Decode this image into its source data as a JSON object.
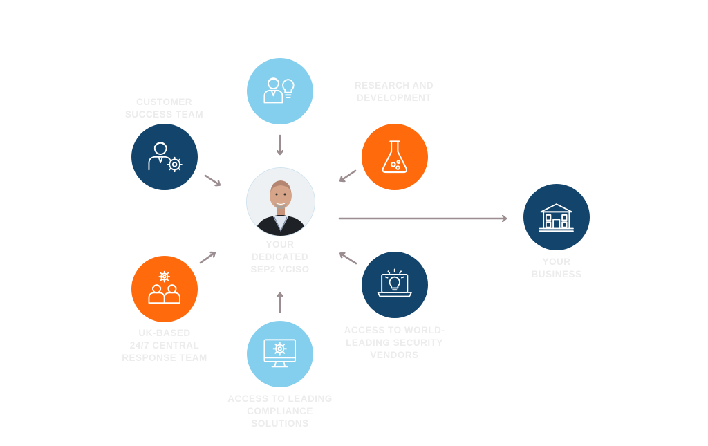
{
  "colors": {
    "dark_blue": "#12446c",
    "light_blue": "#85cfee",
    "orange": "#ff6a0c",
    "arrow": "#9c8e90",
    "label": "#ececec"
  },
  "center": {
    "label": "YOUR\nDEDICATED\nSEP2 VCISO",
    "image": "portrait-photo"
  },
  "nodes": {
    "research": {
      "label": "",
      "icon": "person-lightbulb-icon"
    },
    "rnd": {
      "label": "RESEARCH AND\nDEVELOPMENT",
      "icon": "flask-icon"
    },
    "customer_success": {
      "label": "CUSTOMER\nSUCCESS TEAM",
      "icon": "person-gear-icon"
    },
    "response_team": {
      "label": "UK-BASED\n24/7 CENTRAL\nRESPONSE TEAM",
      "icon": "team-gear-icon"
    },
    "security_vendors": {
      "label": "ACCESS TO WORLD-\nLEADING SECURITY\nVENDORS",
      "icon": "laptop-bulb-icon"
    },
    "compliance": {
      "label": "ACCESS TO LEADING\nCOMPLIANCE\nSOLUTIONS",
      "icon": "monitor-gear-icon"
    },
    "business": {
      "label": "YOUR\nBUSINESS",
      "icon": "building-icon"
    }
  }
}
